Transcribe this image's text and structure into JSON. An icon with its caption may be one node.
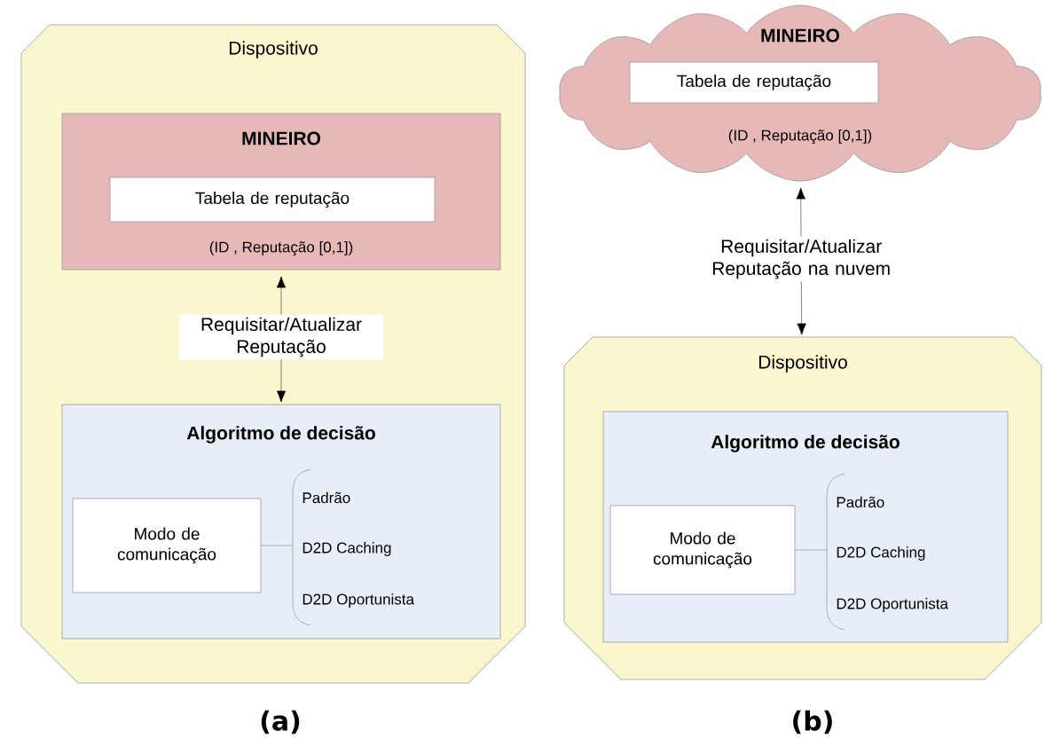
{
  "diagram": {
    "nodes": [
      {
        "text": [
          "Dispositivo"
        ]
      },
      {
        "text": [
          "MINEIRO",
          "(ID , Reputação [0,1])"
        ],
        "in": 0
      },
      {
        "text": [
          "Tabela de reputação"
        ],
        "in": 1
      },
      {
        "text": [
          "Algoritmo de decisão"
        ],
        "in": 0
      },
      {
        "text": [
          "Modo de comunicação"
        ],
        "in": 3
      },
      {
        "text": [
          "MINEIRO",
          "(ID , Reputação [0,1])"
        ]
      },
      {
        "text": [
          "Tabela de reputação"
        ],
        "in": 5
      },
      {
        "text": [
          "Dispositivo"
        ]
      },
      {
        "text": [
          "Algoritmo de decisão"
        ],
        "in": 7
      },
      {
        "text": [
          "Modo de comunicação"
        ],
        "in": 8
      }
    ],
    "edges": [
      {
        "from": 1,
        "to": 3,
        "arrow": "both",
        "label": "Requisitar/Atualizar Reputação"
      },
      {
        "from": 5,
        "to": 7,
        "arrow": "both",
        "label": "Requisitar/Atualizar Reputação na nuvem"
      }
    ],
    "labels": [
      "Padrão",
      "D2D Caching",
      "D2D Oportunista",
      "Padrão",
      "D2D Caching",
      "D2D Oportunista",
      "(a)",
      "(b)"
    ]
  }
}
